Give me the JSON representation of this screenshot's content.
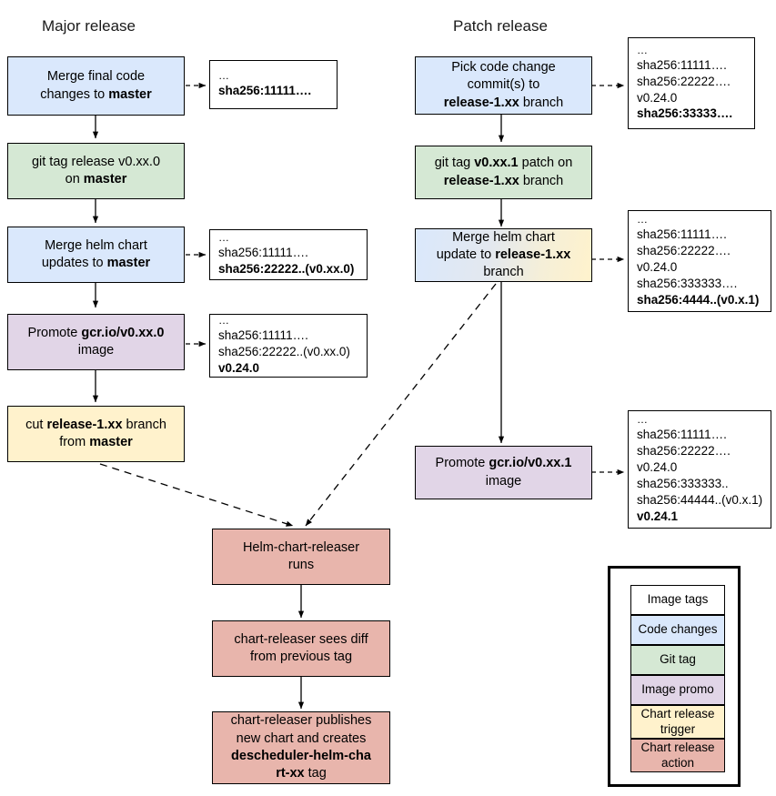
{
  "diagram": {
    "title_major": "Major release",
    "title_patch": "Patch release",
    "colors": {
      "code_changes": "#dae8fc",
      "git_tag": "#d5e8d4",
      "image_promo": "#e1d5e7",
      "chart_release_trigger": "#fff2cc",
      "chart_release_action": "#e8b5ac",
      "image_tags": "#ffffff",
      "gradient_start": "#dae8fc",
      "gradient_end": "#fff2cc",
      "stroke": "#000000"
    }
  },
  "major_release": {
    "nodes": [
      {
        "id": "merge-final-code",
        "lines": [
          {
            "parts": [
              {
                "t": "Merge final code",
                "b": false
              }
            ]
          },
          {
            "parts": [
              {
                "t": "changes to ",
                "b": false
              },
              {
                "t": "master",
                "b": true
              }
            ]
          }
        ]
      },
      {
        "id": "git-tag-release",
        "lines": [
          {
            "parts": [
              {
                "t": "git tag release v0.xx.0",
                "b": false
              }
            ]
          },
          {
            "parts": [
              {
                "t": "on ",
                "b": false
              },
              {
                "t": "master",
                "b": true
              }
            ]
          }
        ]
      },
      {
        "id": "merge-helm-chart-master",
        "lines": [
          {
            "parts": [
              {
                "t": "Merge helm chart",
                "b": false
              }
            ]
          },
          {
            "parts": [
              {
                "t": "updates to ",
                "b": false
              },
              {
                "t": "master",
                "b": true
              }
            ]
          }
        ]
      },
      {
        "id": "promote-image-major",
        "lines": [
          {
            "parts": [
              {
                "t": "Promote ",
                "b": false
              },
              {
                "t": "gcr.io/v0.xx.0",
                "b": true
              }
            ]
          },
          {
            "parts": [
              {
                "t": "image",
                "b": false
              }
            ]
          }
        ]
      },
      {
        "id": "cut-release-branch",
        "lines": [
          {
            "parts": [
              {
                "t": "cut ",
                "b": false
              },
              {
                "t": "release-1.xx",
                "b": true
              },
              {
                "t": " branch",
                "b": false
              }
            ]
          },
          {
            "parts": [
              {
                "t": "from ",
                "b": false
              },
              {
                "t": "master",
                "b": true
              }
            ]
          }
        ]
      }
    ],
    "notes": [
      {
        "id": "note-major-1",
        "lines": [
          {
            "t": "…",
            "bold": false,
            "dots": true
          },
          {
            "t": "sha256:11111….",
            "bold": true
          }
        ]
      },
      {
        "id": "note-major-2",
        "lines": [
          {
            "t": "…",
            "bold": false,
            "dots": true
          },
          {
            "t": "sha256:11111….",
            "bold": false
          },
          {
            "t": "sha256:22222..(v0.xx.0)",
            "bold": true
          }
        ]
      },
      {
        "id": "note-major-3",
        "lines": [
          {
            "t": "…",
            "bold": false,
            "dots": true
          },
          {
            "t": "sha256:11111….",
            "bold": false
          },
          {
            "t": "sha256:22222..(v0.xx.0)",
            "bold": false
          },
          {
            "t": "v0.24.0",
            "bold": true
          }
        ]
      }
    ]
  },
  "patch_release": {
    "nodes": [
      {
        "id": "pick-code-change",
        "lines": [
          {
            "parts": [
              {
                "t": "Pick code change",
                "b": false
              }
            ]
          },
          {
            "parts": [
              {
                "t": "commit(s) to",
                "b": false
              }
            ]
          },
          {
            "parts": [
              {
                "t": "release-1.xx",
                "b": true
              },
              {
                "t": " branch",
                "b": false
              }
            ]
          }
        ]
      },
      {
        "id": "git-tag-patch",
        "lines": [
          {
            "parts": [
              {
                "t": "git tag ",
                "b": false
              },
              {
                "t": "v0.xx.1",
                "b": true
              },
              {
                "t": " patch on",
                "b": false
              }
            ]
          },
          {
            "parts": [
              {
                "t": "release-1.xx",
                "b": true
              },
              {
                "t": " branch",
                "b": false
              }
            ]
          }
        ]
      },
      {
        "id": "merge-helm-chart-release-branch",
        "lines": [
          {
            "parts": [
              {
                "t": "Merge helm chart",
                "b": false
              }
            ]
          },
          {
            "parts": [
              {
                "t": "update to ",
                "b": false
              },
              {
                "t": "release-1.xx",
                "b": true
              }
            ]
          },
          {
            "parts": [
              {
                "t": "branch",
                "b": false
              }
            ]
          }
        ]
      },
      {
        "id": "promote-image-patch",
        "lines": [
          {
            "parts": [
              {
                "t": "Promote ",
                "b": false
              },
              {
                "t": "gcr.io/v0.xx.1",
                "b": true
              }
            ]
          },
          {
            "parts": [
              {
                "t": "image",
                "b": false
              }
            ]
          }
        ]
      }
    ],
    "notes": [
      {
        "id": "note-patch-1",
        "lines": [
          {
            "t": "…",
            "bold": false,
            "dots": true
          },
          {
            "t": "sha256:11111….",
            "bold": false
          },
          {
            "t": "sha256:22222….",
            "bold": false
          },
          {
            "t": "v0.24.0",
            "bold": false
          },
          {
            "t": "sha256:33333….",
            "bold": true
          }
        ]
      },
      {
        "id": "note-patch-2",
        "lines": [
          {
            "t": "…",
            "bold": false,
            "dots": true
          },
          {
            "t": "sha256:11111….",
            "bold": false
          },
          {
            "t": "sha256:22222….",
            "bold": false
          },
          {
            "t": "v0.24.0",
            "bold": false
          },
          {
            "t": "sha256:333333….",
            "bold": false
          },
          {
            "t": "sha256:4444..(v0.x.1)",
            "bold": true
          }
        ]
      },
      {
        "id": "note-patch-3",
        "lines": [
          {
            "t": "…",
            "bold": false,
            "dots": true
          },
          {
            "t": "sha256:11111….",
            "bold": false
          },
          {
            "t": "sha256:22222….",
            "bold": false
          },
          {
            "t": "v0.24.0",
            "bold": false
          },
          {
            "t": "sha256:333333..",
            "bold": false
          },
          {
            "t": "sha256:44444..(v0.x.1)",
            "bold": false
          },
          {
            "t": "v0.24.1",
            "bold": true
          }
        ]
      }
    ]
  },
  "chart_release_chain": {
    "nodes": [
      {
        "id": "helm-chart-releaser-runs",
        "lines": [
          {
            "parts": [
              {
                "t": "Helm-chart-releaser",
                "b": false
              }
            ]
          },
          {
            "parts": [
              {
                "t": "runs",
                "b": false
              }
            ]
          }
        ]
      },
      {
        "id": "chart-releaser-sees-diff",
        "lines": [
          {
            "parts": [
              {
                "t": "chart-releaser sees diff",
                "b": false
              }
            ]
          },
          {
            "parts": [
              {
                "t": "from previous tag",
                "b": false
              }
            ]
          }
        ]
      },
      {
        "id": "chart-releaser-publishes",
        "lines": [
          {
            "parts": [
              {
                "t": "chart-releaser publishes",
                "b": false
              }
            ]
          },
          {
            "parts": [
              {
                "t": "new chart and creates",
                "b": false
              }
            ]
          },
          {
            "parts": [
              {
                "t": "descheduler-helm-cha",
                "b": true
              }
            ]
          },
          {
            "parts": [
              {
                "t": "rt-xx",
                "b": true
              },
              {
                "t": " tag",
                "b": false
              }
            ]
          }
        ]
      }
    ]
  },
  "legend": {
    "items": [
      {
        "label": "Image tags",
        "color": "#ffffff"
      },
      {
        "label": "Code changes",
        "color": "#dae8fc"
      },
      {
        "label": "Git tag",
        "color": "#d5e8d4"
      },
      {
        "label": "Image promo",
        "color": "#e1d5e7"
      },
      {
        "label": "Chart release\ntrigger",
        "color": "#fff2cc"
      },
      {
        "label": "Chart release\naction",
        "color": "#e8b5ac"
      }
    ]
  }
}
